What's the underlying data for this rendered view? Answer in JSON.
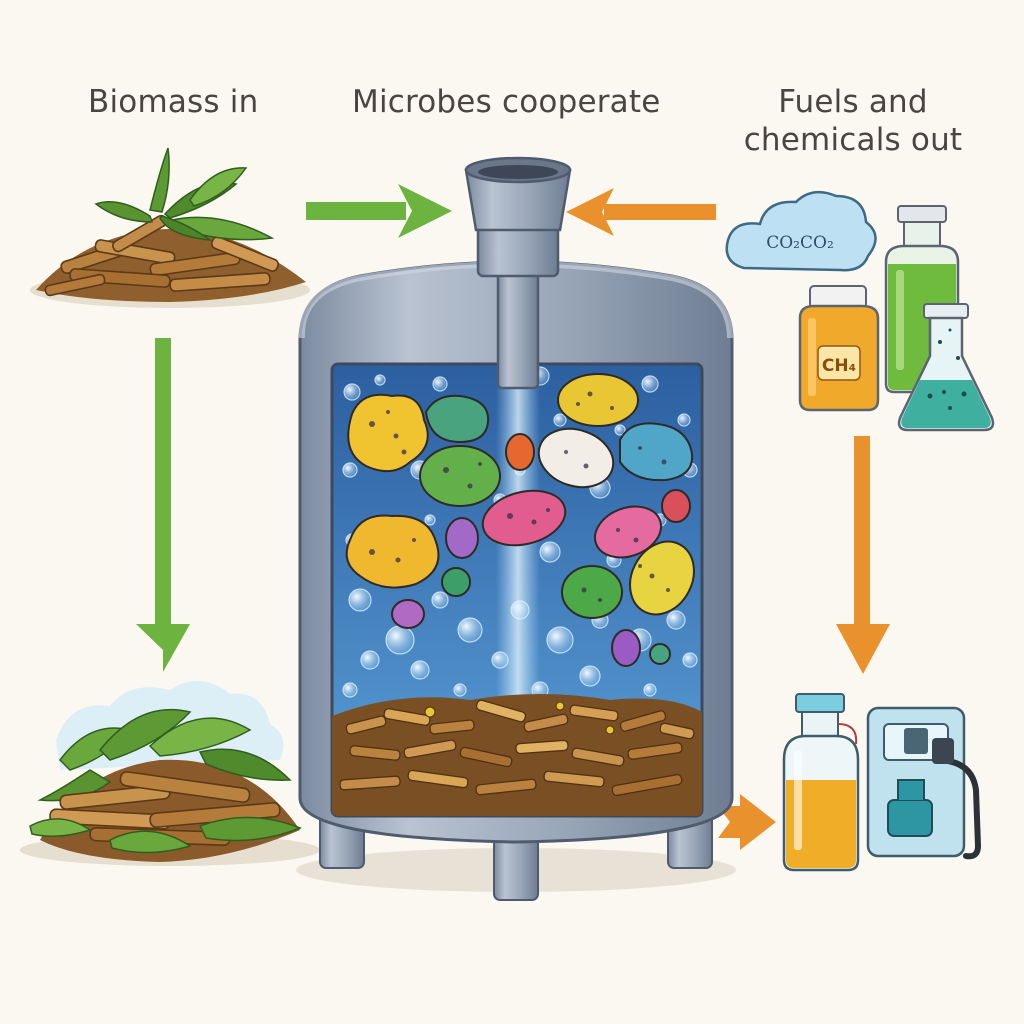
{
  "labels": {
    "biomass_in": "Biomass in",
    "microbes_cooperate": "Microbes cooperate",
    "products_line1": "Fuels and",
    "products_line2": "chemicals out"
  },
  "gas_cloud_text": "CO₂CO₂",
  "jar_label": "CH₄",
  "colors": {
    "green_arrow": "#6db33f",
    "orange_arrow": "#e8912d",
    "vessel_steel": "#8e9cb0",
    "broth": "#3f7fc4",
    "background": "#fbf8f1"
  },
  "icons": {
    "biomass_top": "wood-chips-with-leaves-icon",
    "biomass_bottom": "plant-residue-icon",
    "bioreactor": "bioreactor-tank-icon",
    "gas_cloud": "gas-cloud-icon",
    "fuel_pump": "fuel-pump-icon"
  }
}
